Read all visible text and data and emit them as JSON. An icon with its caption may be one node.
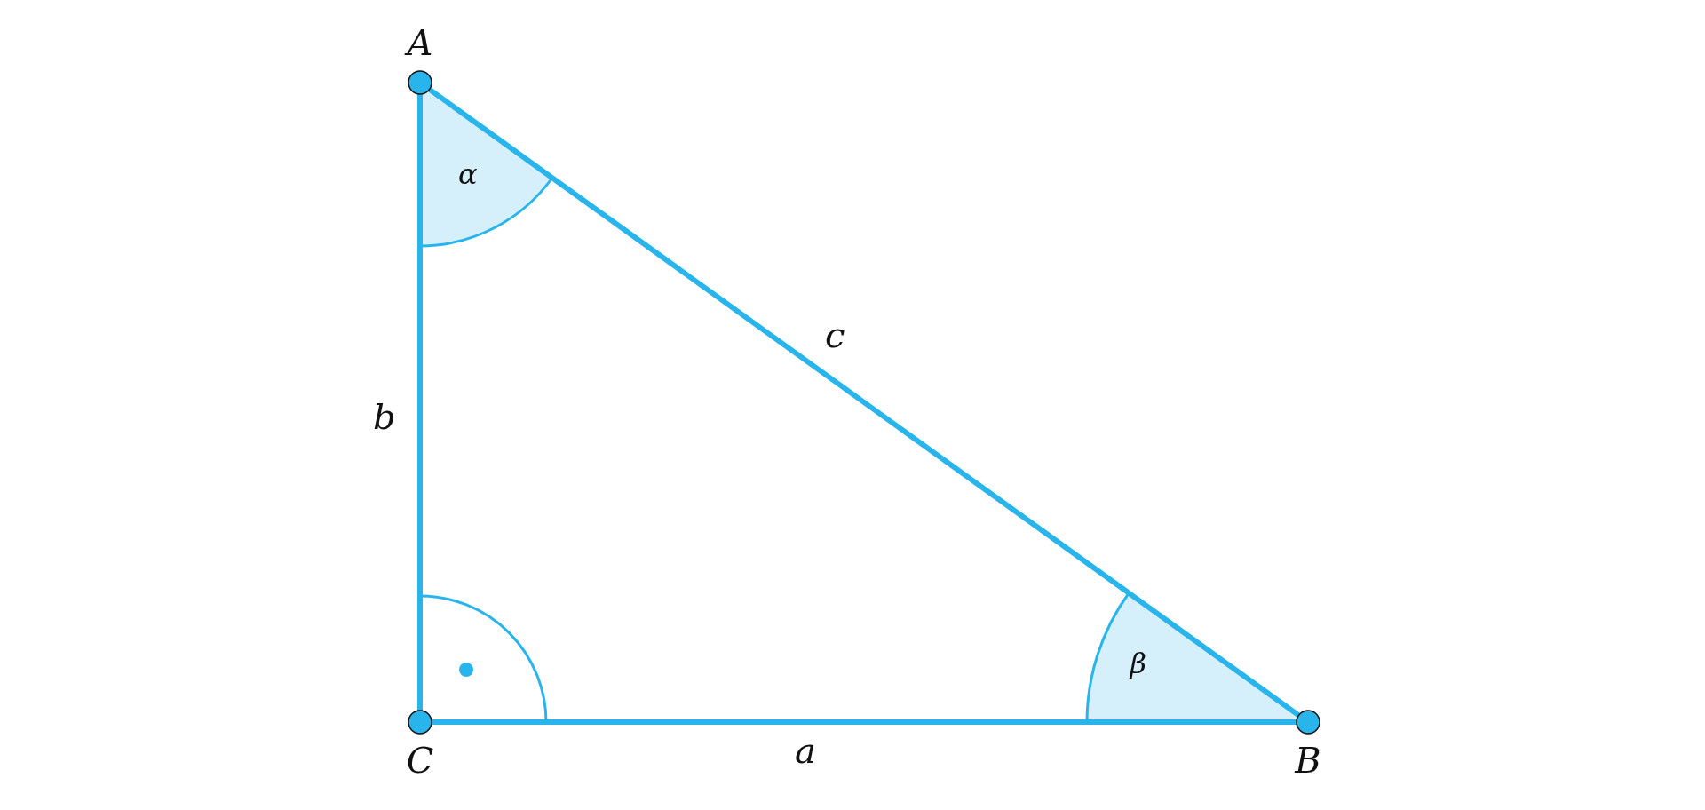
{
  "diagram": {
    "nodes": [
      {
        "text": [
          "A"
        ]
      },
      {
        "text": [
          "C"
        ]
      },
      {
        "text": [
          "B"
        ]
      }
    ],
    "edges": [
      {
        "from": 1,
        "to": 2,
        "arrow": "none",
        "label": "a"
      },
      {
        "from": 0,
        "to": 1,
        "arrow": "none",
        "label": "b"
      },
      {
        "from": 0,
        "to": 2,
        "arrow": "none",
        "label": "c"
      }
    ],
    "labels": [
      "α",
      "β"
    ]
  }
}
